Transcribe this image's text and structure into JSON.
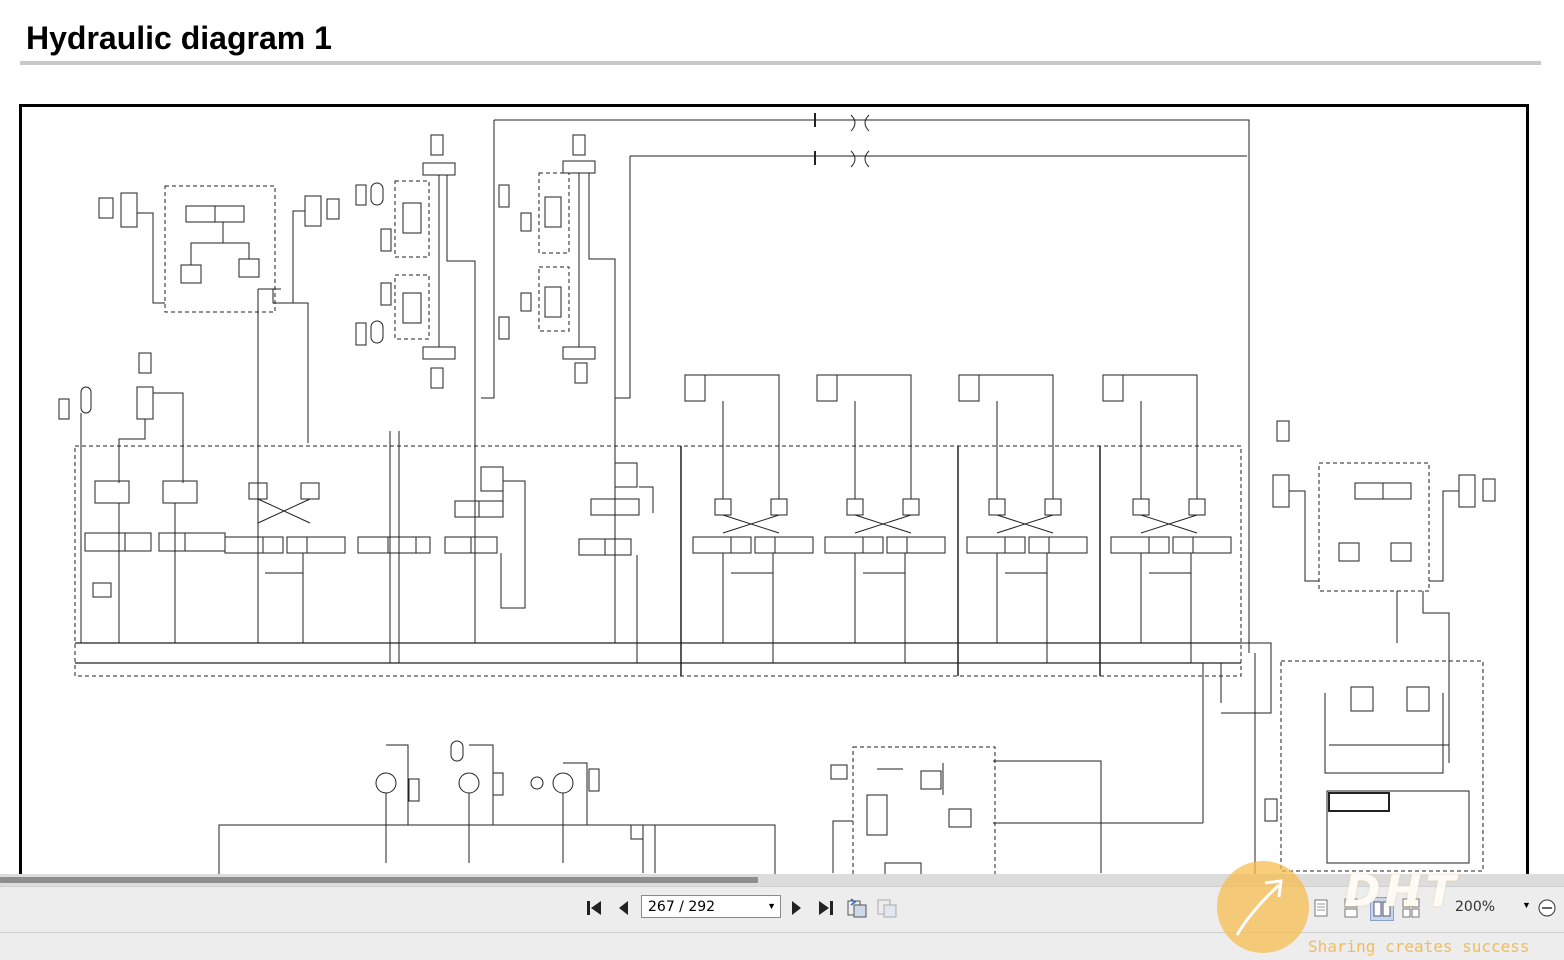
{
  "page": {
    "title": "Hydraulic diagram 1"
  },
  "toolbar": {
    "page_indicator": "267 / 292",
    "zoom": "200%",
    "icons": [
      "first-page-icon",
      "previous-page-icon",
      "next-page-icon",
      "last-page-icon",
      "rotate-icon",
      "extract-icon",
      "single-page-view-icon",
      "continuous-view-icon",
      "two-page-view-icon",
      "two-page-continuous-view-icon",
      "zoom-out-icon"
    ]
  },
  "watermark": {
    "letters": "DHT",
    "tagline": "Sharing creates success"
  },
  "colors": {
    "toolbar_bg": "#ededed",
    "scroll_thumb": "#8e8e8e",
    "watermark_accent": "#f5bc50"
  }
}
